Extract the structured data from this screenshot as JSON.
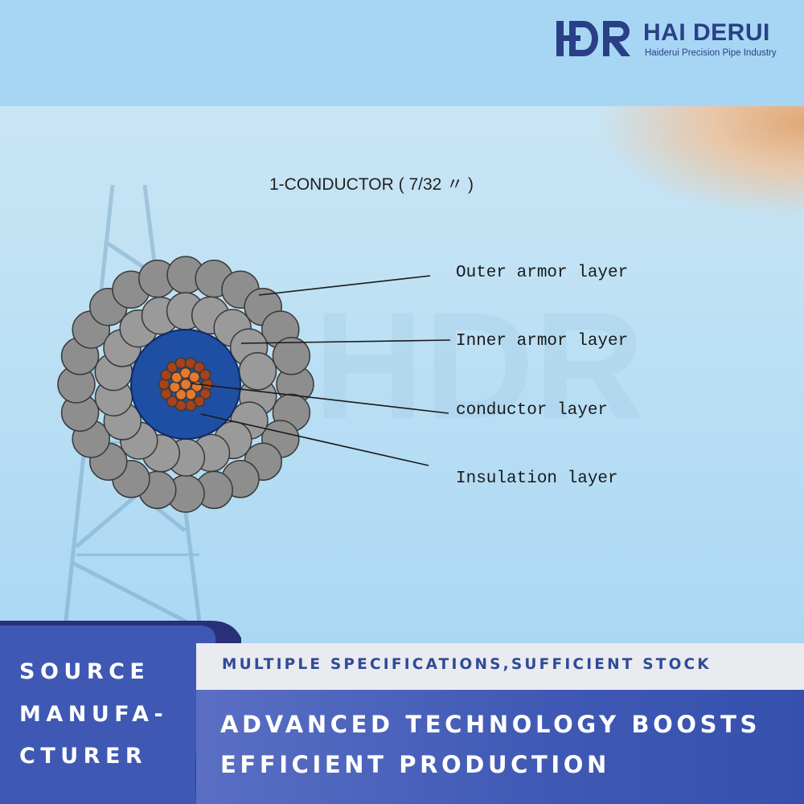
{
  "brand": {
    "name": "HAI DERUI",
    "tagline": "Haiderui Precision Pipe Industry",
    "logo_letters": "HDR",
    "colors": {
      "primary": "#2b3f86"
    }
  },
  "diagram": {
    "title": "1-CONDUCTOR ( 7/32 〃 )",
    "labels": {
      "outer": "Outer armor layer",
      "inner": "Inner armor layer",
      "conductor": "conductor layer",
      "insulation": "Insulation layer"
    },
    "colors": {
      "armor": "#8e8e8e",
      "insulation": "#1f4fa3",
      "conductor": "#e8782a",
      "conductor_outer": "#a8421a"
    }
  },
  "banner": {
    "left_lines": [
      "SOURCE",
      "MANUFA-",
      "CTURER"
    ],
    "strip": "MULTIPLE SPECIFICATIONS,SUFFICIENT STOCK",
    "main_lines": [
      "ADVANCED TECHNOLOGY BOOSTS",
      "EFFICIENT PRODUCTION"
    ],
    "colors": {
      "blue": "#3e58b4",
      "strip_text": "#2f4a9a",
      "strip_bg": "#e9ebef"
    }
  }
}
